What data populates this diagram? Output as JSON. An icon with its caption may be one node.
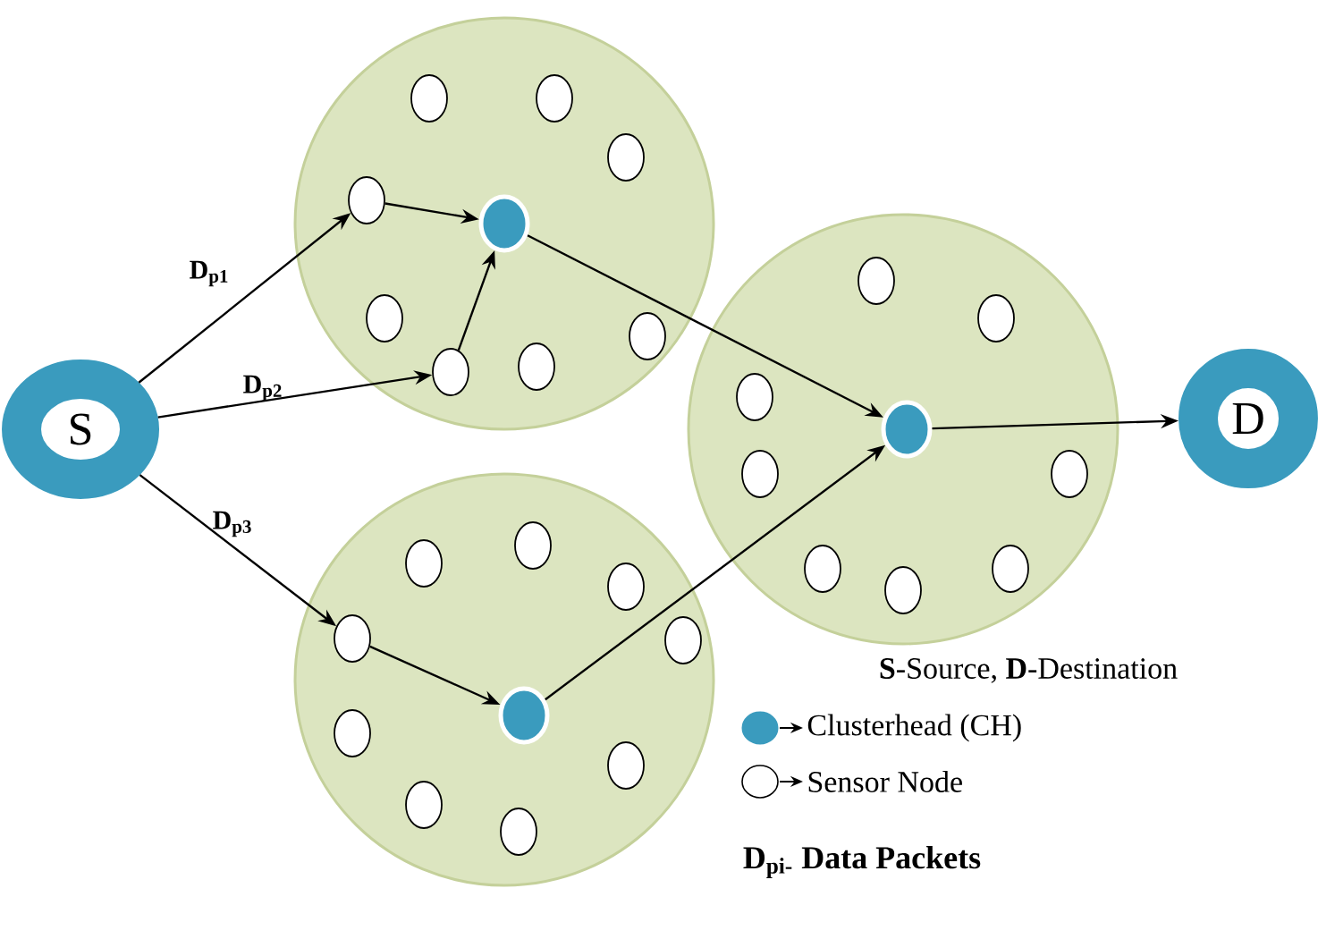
{
  "diagram": {
    "nodes": [
      {
        "text": [
          "S"
        ]
      },
      {
        "text": [],
        "shape": "circle"
      },
      {
        "text": [],
        "shape": "circle",
        "in": 1
      },
      {
        "text": [],
        "shape": "circle",
        "in": 1
      },
      {
        "text": [],
        "shape": "circle",
        "in": 1
      },
      {
        "text": [],
        "shape": "circle",
        "in": 1
      },
      {
        "text": [],
        "shape": "circle",
        "in": 1
      },
      {
        "text": [],
        "shape": "circle",
        "in": 1
      },
      {
        "text": [],
        "shape": "circle",
        "in": 1
      },
      {
        "text": [],
        "shape": "circle",
        "in": 1
      },
      {
        "text": [],
        "shape": "dot",
        "in": 1
      },
      {
        "text": [],
        "shape": "circle"
      },
      {
        "text": [],
        "shape": "circle",
        "in": 11
      },
      {
        "text": [],
        "shape": "circle",
        "in": 11
      },
      {
        "text": [],
        "shape": "circle",
        "in": 11
      },
      {
        "text": [],
        "shape": "circle",
        "in": 11
      },
      {
        "text": [],
        "shape": "circle",
        "in": 11
      },
      {
        "text": [],
        "shape": "circle",
        "in": 11
      },
      {
        "text": [],
        "shape": "circle",
        "in": 11
      },
      {
        "text": [],
        "shape": "circle",
        "in": 11
      },
      {
        "text": [],
        "shape": "dot",
        "in": 11
      },
      {
        "text": [],
        "shape": "circle"
      },
      {
        "text": [],
        "shape": "circle",
        "in": 21
      },
      {
        "text": [],
        "shape": "circle",
        "in": 21
      },
      {
        "text": [],
        "shape": "circle",
        "in": 21
      },
      {
        "text": [],
        "shape": "circle",
        "in": 21
      },
      {
        "text": [],
        "shape": "circle",
        "in": 21
      },
      {
        "text": [],
        "shape": "circle",
        "in": 21
      },
      {
        "text": [],
        "shape": "circle",
        "in": 21
      },
      {
        "text": [],
        "shape": "circle",
        "in": 21
      },
      {
        "text": [],
        "shape": "circle",
        "in": 21
      },
      {
        "text": [],
        "shape": "dot",
        "in": 21
      },
      {
        "text": [
          "D"
        ]
      }
    ],
    "edges": [
      {
        "from": 0,
        "to": 5,
        "arrow": "to",
        "label": "D$_{p1}$"
      },
      {
        "from": 0,
        "to": 9,
        "arrow": "to",
        "label": "D$_{p2}$"
      },
      {
        "from": 0,
        "to": 25,
        "arrow": "to",
        "label": "D$_{p3}$"
      },
      {
        "from": 5,
        "to": 10,
        "arrow": "to"
      },
      {
        "from": 9,
        "to": 10,
        "arrow": "to"
      },
      {
        "from": 10,
        "to": 20,
        "arrow": "to"
      },
      {
        "from": 25,
        "to": 31,
        "arrow": "to"
      },
      {
        "from": 31,
        "to": 20,
        "arrow": "to"
      },
      {
        "from": 20,
        "to": 32,
        "arrow": "to"
      }
    ],
    "labels": [
      "**S**-Source, **D**-Destination",
      "D$_{pi-}$ Data Packets"
    ],
    "legend": [
      {
        "text": "Clusterhead (CH)"
      },
      {
        "text": "Sensor Node"
      }
    ]
  }
}
